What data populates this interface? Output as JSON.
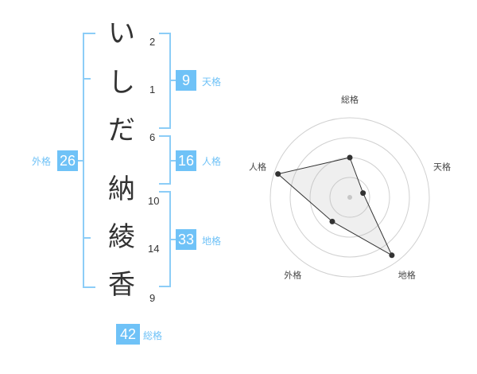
{
  "name": {
    "surname": [
      {
        "char": "い",
        "strokes": "2"
      },
      {
        "char": "し",
        "strokes": "1"
      },
      {
        "char": "だ",
        "strokes": "6"
      }
    ],
    "given": [
      {
        "char": "納",
        "strokes": "10"
      },
      {
        "char": "綾",
        "strokes": "14"
      },
      {
        "char": "香",
        "strokes": "9"
      }
    ]
  },
  "kakaku": {
    "tenkaku": {
      "value": "9",
      "label": "天格"
    },
    "jinkaku": {
      "value": "16",
      "label": "人格"
    },
    "chikaku": {
      "value": "33",
      "label": "地格"
    },
    "gaikaku": {
      "value": "26",
      "label": "外格"
    },
    "soukaku": {
      "value": "42",
      "label": "総格"
    }
  },
  "chart_data": {
    "type": "radar",
    "axes": [
      "総格",
      "天格",
      "地格",
      "外格",
      "人格"
    ],
    "rings": 4,
    "series": [
      {
        "values": [
          2.0,
          0.7,
          3.6,
          1.5,
          3.8
        ],
        "max": 4,
        "color": "#333333"
      }
    ]
  }
}
